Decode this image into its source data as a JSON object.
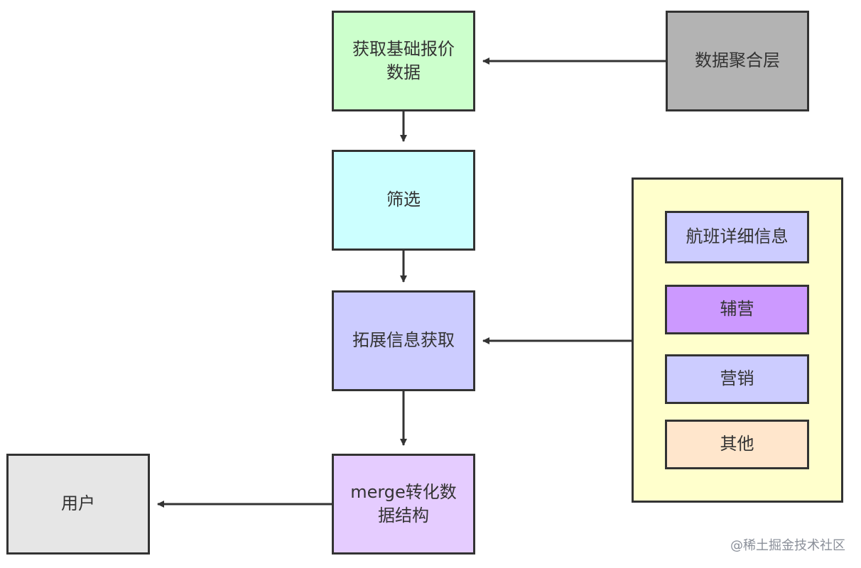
{
  "nodes": {
    "fetch_base": {
      "label": "获取基础报价\n数据",
      "fill": "#ccffcc"
    },
    "aggregation": {
      "label": "数据聚合层",
      "fill": "#b3b3b3"
    },
    "filter": {
      "label": "筛选",
      "fill": "#ccffff"
    },
    "extend_info": {
      "label": "拓展信息获取",
      "fill": "#ccccff"
    },
    "merge": {
      "label": "merge转化数\n据结构",
      "fill": "#e5ccff"
    },
    "user": {
      "label": "用户",
      "fill": "#e6e6e6"
    }
  },
  "group": {
    "fill": "#ffffcc",
    "items": [
      {
        "label": "航班详细信息",
        "fill": "#ccccff"
      },
      {
        "label": "辅营",
        "fill": "#cc99ff"
      },
      {
        "label": "营销",
        "fill": "#ccccff"
      },
      {
        "label": "其他",
        "fill": "#ffe6cc"
      }
    ]
  },
  "edges": [
    {
      "from": "aggregation",
      "to": "fetch_base"
    },
    {
      "from": "fetch_base",
      "to": "filter"
    },
    {
      "from": "filter",
      "to": "extend_info"
    },
    {
      "from": "group",
      "to": "extend_info"
    },
    {
      "from": "extend_info",
      "to": "merge"
    },
    {
      "from": "merge",
      "to": "user"
    }
  ],
  "colors": {
    "stroke": "#333333",
    "text": "#333333"
  },
  "watermark": "@稀土掘金技术社区"
}
